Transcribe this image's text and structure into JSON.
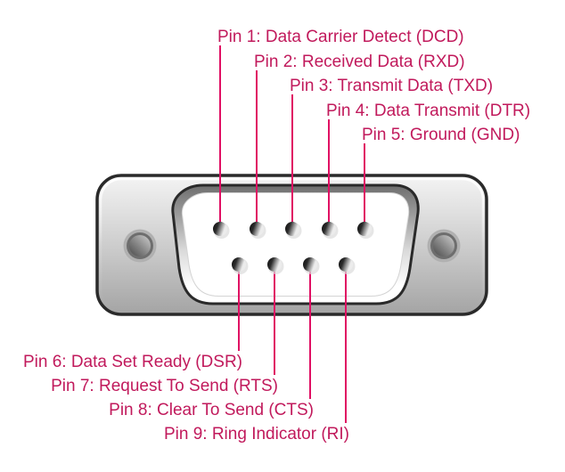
{
  "diagram": {
    "kind": "connector-pinout",
    "connector_name": "9-pin D-sub (DB9) male connector",
    "pin_count_visible": 9,
    "labels": {
      "top": [
        {
          "pin": 1,
          "text": "Pin 1: Data Carrier Detect (DCD)"
        },
        {
          "pin": 2,
          "text": "Pin 2: Received Data (RXD)"
        },
        {
          "pin": 3,
          "text": "Pin 3: Transmit Data (TXD)"
        },
        {
          "pin": 4,
          "text": "Pin 4: Data Transmit (DTR)"
        },
        {
          "pin": 5,
          "text": "Pin 5: Ground (GND)"
        }
      ],
      "bottom": [
        {
          "pin": 6,
          "text": "Pin 6: Data Set Ready (DSR)"
        },
        {
          "pin": 7,
          "text": "Pin 7: Request To Send (RTS)"
        },
        {
          "pin": 8,
          "text": "Pin 8: Clear To Send (CTS)"
        },
        {
          "pin": 9,
          "text": "Pin 9: Ring Indicator (RI)"
        }
      ]
    },
    "colors": {
      "background": "#ffffff",
      "label_text": "#c11a5c",
      "leader_line": "#e00f63",
      "connector_outline": "#2a2a2a",
      "connector_body_light": "#f2f2f2",
      "connector_body_dark": "#a6a6a6",
      "cutout_interior": "#ffffff"
    }
  }
}
